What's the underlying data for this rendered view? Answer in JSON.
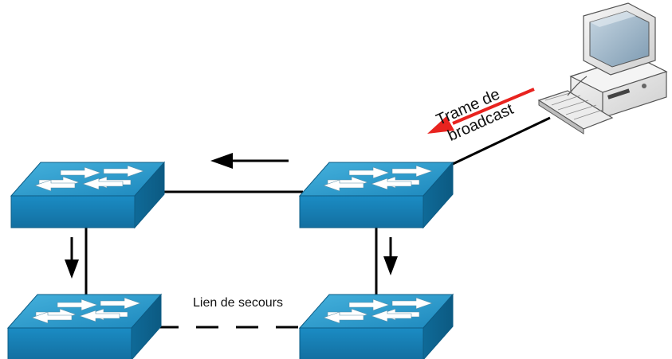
{
  "diagram": {
    "annotations": {
      "frame_line1": "Trame de",
      "frame_line2": "broadcast",
      "backup_link": "Lien de secours"
    },
    "colors": {
      "switch_top": "#1e8fc2",
      "switch_top_light": "#3aa6d3",
      "switch_side": "#0f6e9d",
      "switch_front": "#1680b4",
      "link": "#000000",
      "broadcast_arrow": "#e8231f",
      "pc_body": "#e6e6e6",
      "pc_screen": "#9fb7c9"
    },
    "nodes": [
      {
        "id": "switch-top-left",
        "icon": "network-switch-icon"
      },
      {
        "id": "switch-top-right",
        "icon": "network-switch-icon"
      },
      {
        "id": "switch-bottom-left",
        "icon": "network-switch-icon"
      },
      {
        "id": "switch-bottom-right",
        "icon": "network-switch-icon"
      },
      {
        "id": "workstation",
        "icon": "desktop-computer-icon"
      }
    ],
    "links": [
      {
        "from": "switch-top-left",
        "to": "switch-top-right",
        "style": "solid"
      },
      {
        "from": "switch-top-left",
        "to": "switch-bottom-left",
        "style": "solid"
      },
      {
        "from": "switch-top-right",
        "to": "switch-bottom-right",
        "style": "solid"
      },
      {
        "from": "switch-bottom-left",
        "to": "switch-bottom-right",
        "style": "dashed"
      },
      {
        "from": "switch-top-right",
        "to": "workstation",
        "style": "solid"
      }
    ]
  }
}
